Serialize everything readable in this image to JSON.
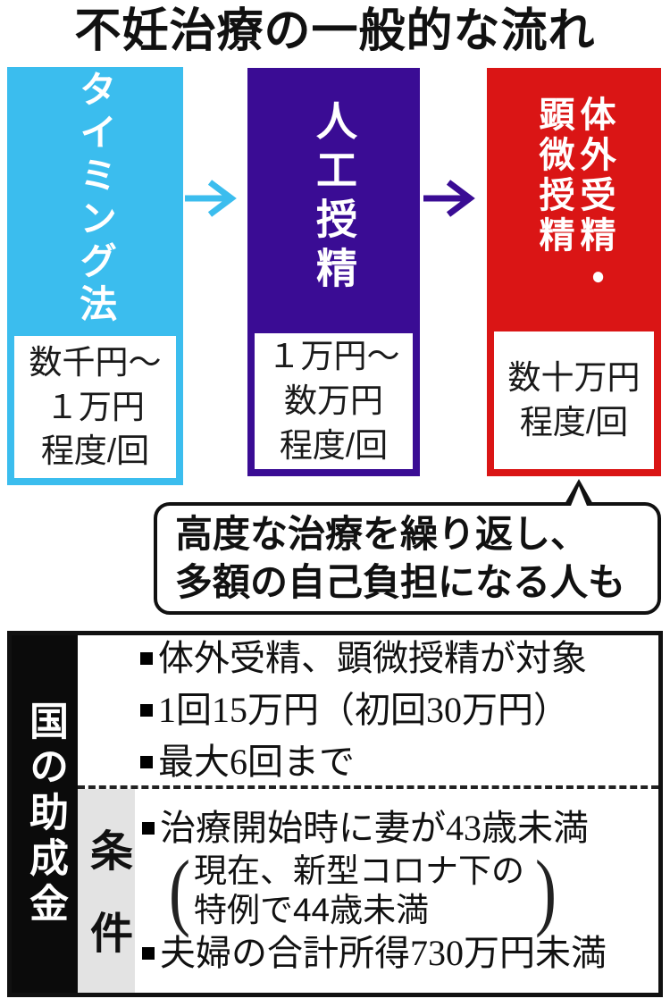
{
  "title": "不妊治療の一般的な流れ",
  "flow": {
    "steps": [
      {
        "name": "timing-method",
        "label": "タイミング法",
        "label_lines": [
          "タイミング法"
        ],
        "color": "#3bbdee",
        "price_lines": [
          "数千円〜",
          "１万円",
          "程度/回"
        ]
      },
      {
        "name": "artificial-insemination",
        "label": "人工授精",
        "label_lines": [
          "人工授精"
        ],
        "color": "#3a0c94",
        "price_lines": [
          "１万円〜",
          "数万円",
          "程度/回"
        ]
      },
      {
        "name": "ivf-icsi",
        "label": "体外受精・顕微授精",
        "label_lines": [
          "体外受精・",
          "顕微授精"
        ],
        "color": "#da1515",
        "price_lines": [
          "数十万円",
          "程度/回"
        ]
      }
    ]
  },
  "callout": {
    "lines": [
      "高度な治療を繰り返し、",
      "多額の自己負担になる人も"
    ]
  },
  "subsidy": {
    "header": "国の助成金",
    "items": [
      "体外受精、顕微授精が対象",
      "1回15万円（初回30万円）",
      "最大6回まで"
    ],
    "condition_label": "条件",
    "condition_item_1": "治療開始時に妻が43歳未満",
    "condition_note_lines": [
      "現在、新型コロナ下の",
      "特例で44歳未満"
    ],
    "condition_item_2": "夫婦の合計所得730万円未満"
  },
  "colors": {
    "step1": "#3bbdee",
    "step2": "#3a0c94",
    "step3": "#da1515",
    "sidebar": "#0b0b0b",
    "condition_bg": "#e3e3e3",
    "text": "#111111"
  }
}
